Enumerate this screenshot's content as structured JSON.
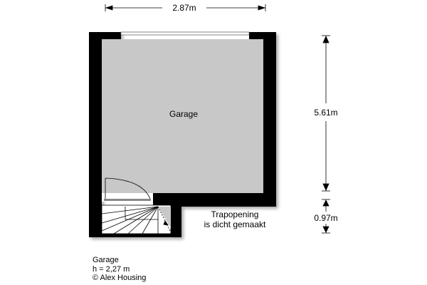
{
  "room": {
    "name": "Garage"
  },
  "dimensions": {
    "width": "2.87m",
    "depth": "5.61m",
    "stair_depth": "0.97m"
  },
  "note": {
    "line1": "Trapopening",
    "line2": "is dicht gemaakt"
  },
  "legend": {
    "title": "Garage",
    "height": "h = 2,27 m",
    "copyright": "© Alex Housing"
  },
  "colors": {
    "wall": "#000000",
    "floor": "#c8c8c8",
    "background": "#ffffff"
  }
}
